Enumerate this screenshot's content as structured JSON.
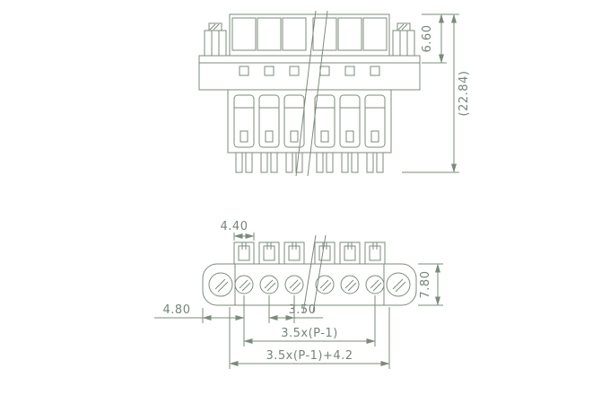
{
  "drawing": {
    "kind": "terminal-block-connector-dimension-drawing",
    "colors": {
      "line": "#7b8b7b",
      "background": "#ffffff"
    },
    "dims": {
      "front_pin_height": "6.60",
      "front_overall_height": "(22.84)",
      "plan_clamp_width": "4.40",
      "plan_depth": "7.80",
      "plan_edge_to_pole": "4.80",
      "plan_pitch": "3.50",
      "plan_pole_span": "3.5x(P-1)",
      "plan_overall": "3.5x(P-1)+4.2"
    }
  }
}
